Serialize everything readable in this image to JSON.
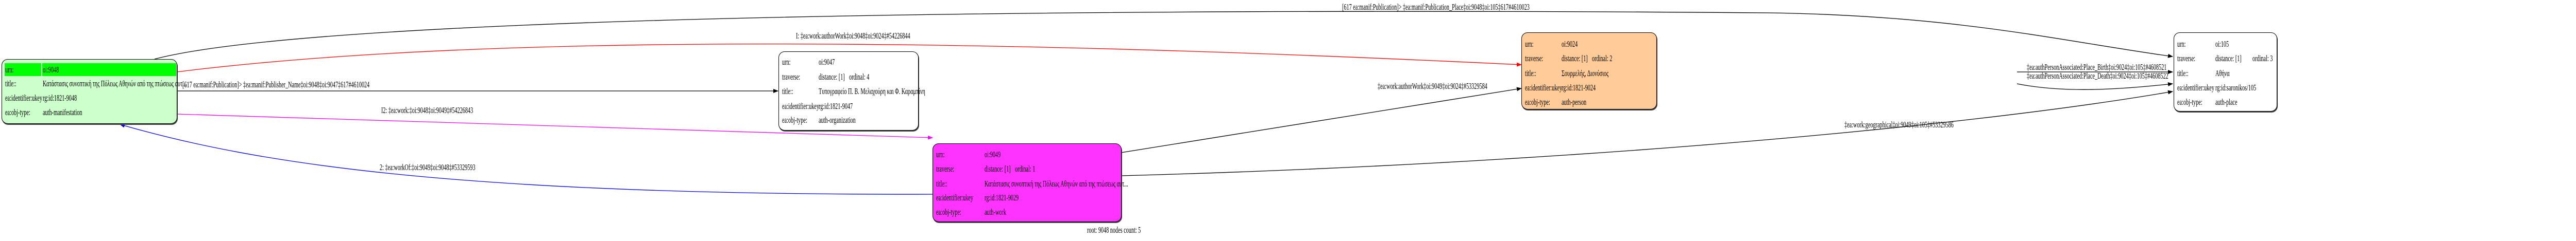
{
  "nodes": {
    "n9048": {
      "urn_label": "urn:",
      "urn": "oi:9048",
      "title_label": "title::",
      "title": "Κατάστασις συνοπτική της Πόλεως Αθηνών από της πτώσεως αυτ...",
      "ukey_label": "ea:identifier:ukey",
      "ukey": "rg:id:1821-9048",
      "type_label": "ea:obj-type:",
      "type": "auth-manifestation",
      "bg": "#ccffcc",
      "highlight": "#00ff00"
    },
    "n9047": {
      "urn_label": "urn:",
      "urn": "oi:9047",
      "traverse_label": "traverse:",
      "distance": "distance: [1]",
      "ordinal": "ordinal: 4",
      "title_label": "title::",
      "title": "Τυπογραφείο Π. Β. Μελαχούρη και Φ. Καραμπίνη",
      "ukey_label": "ea:identifier:ukey",
      "ukey": "rg:id:1821-9047",
      "type_label": "ea:obj-type:",
      "type": "auth-organization",
      "bg": "#ffffff"
    },
    "n9049": {
      "urn_label": "urn:",
      "urn": "oi:9049",
      "traverse_label": "traverse:",
      "distance": "distance: [1]",
      "ordinal": "ordinal: 1",
      "title_label": "title::",
      "title": "Κατάστασις συνοπτική της Πόλεως Αθηνών από της πτώσεως αυτ...",
      "ukey_label": "ea:identifier:ukey",
      "ukey": "rg:id:1821-9029",
      "type_label": "ea:obj-type:",
      "type": "auth-work",
      "bg": "#ff33ff"
    },
    "n9024": {
      "urn_label": "urn:",
      "urn": "oi:9024",
      "traverse_label": "traverse:",
      "distance": "distance: [1]",
      "ordinal": "ordinal: 2",
      "title_label": "title::",
      "title": "Σουρμελής, Διονύσιος",
      "ukey_label": "ea:identifier:ukey",
      "ukey": "rg:id:1821-9024",
      "type_label": "ea:obj-type:",
      "type": "auth-person",
      "bg": "#ffcc99"
    },
    "n105": {
      "urn_label": "urn:",
      "urn": "oi:105",
      "traverse_label": "traverse:",
      "distance": "distance: [1]",
      "ordinal": "ordinal: 3",
      "title_label": "title::",
      "title": "Αθήνα",
      "ukey_label": "ea:identifier:ukey",
      "ukey": "rg:id:saronikos/105",
      "type_label": "ea:obj-type:",
      "type": "auth-place",
      "bg": "#ffffff"
    }
  },
  "edges": {
    "pub_place": {
      "label": "[617 ea:manif:Publication]> ‡ea:manif:Publication_Place‡oi:9048‡oi:105‡617#4610023",
      "color": "#000000"
    },
    "author_work_9048": {
      "label": "I: ‡ea:work:authorWork‡oi:9048‡oi:9024‡#54226844",
      "color": "#ff0000"
    },
    "publisher": {
      "label": "[617 ea:manif:Publication]> ‡ea:manif:Publisher_Name‡oi:9048‡oi:9047‡617#4610024",
      "color": "#000000"
    },
    "work": {
      "label": "I2: ‡ea:work:‡oi:9048‡oi:9049‡#54226843",
      "color": "#ff00ff"
    },
    "work_of": {
      "label": "2: ‡ea:workOf:‡oi:9049‡oi:9048‡#53329593",
      "color": "#0000ff"
    },
    "author_work_9049": {
      "label": "‡ea:work:authorWork‡oi:9049‡oi:9024‡#53329584",
      "color": "#000000"
    },
    "geographical": {
      "label": "‡ea:work:geographical‡oi:9049‡oi:105‡#53329586",
      "color": "#000000"
    },
    "birth": {
      "label": "‡ea:authPersonAssociated:Place_Birth‡oi:9024‡oi:105‡#4608521",
      "color": "#000000"
    },
    "death": {
      "label": "‡ea:authPersonAssociated:Place_Death‡oi:9024‡oi:105‡#4608522",
      "color": "#000000"
    }
  },
  "footer": "root: 9048 nodes count: 5"
}
